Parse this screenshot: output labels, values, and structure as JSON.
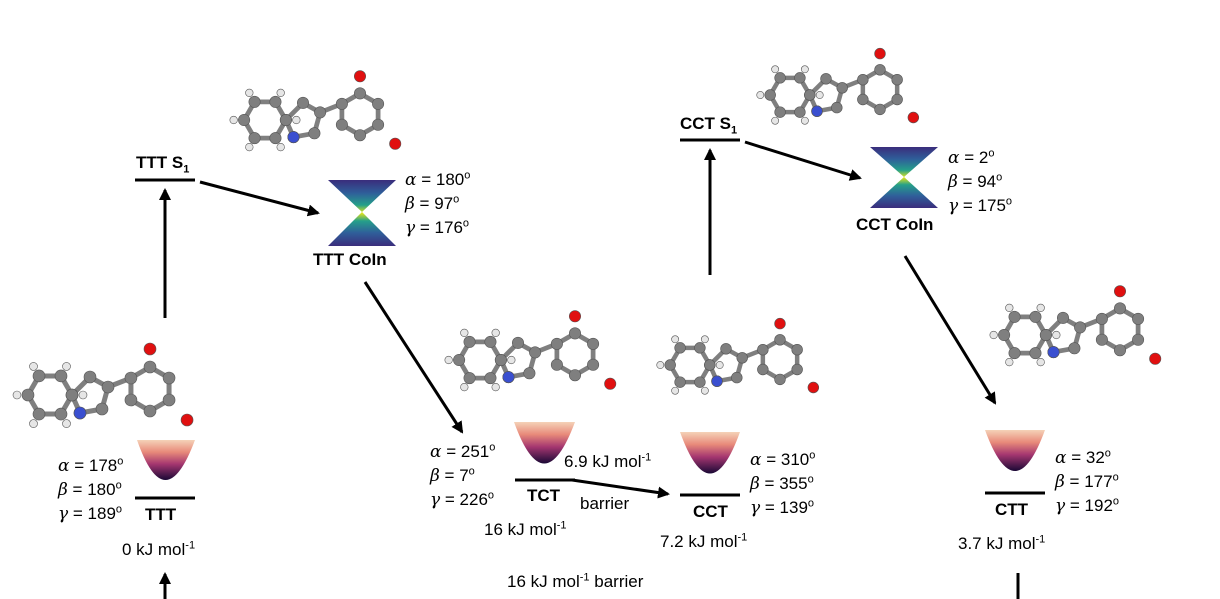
{
  "states": {
    "ttt": {
      "label": "TTT",
      "energy": "0 kJ mol",
      "energy_sup": "-1",
      "angles": {
        "alpha": "178",
        "beta": "180",
        "gamma": "189"
      }
    },
    "ttt_s1": {
      "label": "TTT S",
      "sub": "1"
    },
    "ttt_coin": {
      "label": "TTT CoIn",
      "angles": {
        "alpha": "180",
        "beta": "97",
        "gamma": "176"
      }
    },
    "tct": {
      "label": "TCT",
      "energy": "16 kJ mol",
      "energy_sup": "-1",
      "angles": {
        "alpha": "251",
        "beta": "7",
        "gamma": "226"
      }
    },
    "cct": {
      "label": "CCT",
      "energy": "7.2 kJ mol",
      "energy_sup": "-1",
      "angles": {
        "alpha": "310",
        "beta": "355",
        "gamma": "139"
      }
    },
    "cct_s1": {
      "label": "CCT S",
      "sub": "1"
    },
    "cct_coin": {
      "label": "CCT CoIn",
      "angles": {
        "alpha": "2",
        "beta": "94",
        "gamma": "175"
      }
    },
    "ctt": {
      "label": "CTT",
      "energy": "3.7 kJ mol",
      "energy_sup": "-1",
      "angles": {
        "alpha": "32",
        "beta": "177",
        "gamma": "192"
      }
    }
  },
  "barriers": {
    "tct_cct": {
      "value": "6.9 kJ mol",
      "sup": "-1",
      "word": "barrier"
    },
    "bottom": {
      "value": "16 kJ mol",
      "sup": "-1",
      "word": " barrier"
    }
  },
  "symbols": {
    "alpha": "α",
    "beta": "β",
    "gamma": "γ",
    "eq": " = ",
    "degree": "o"
  },
  "colors": {
    "atom_c": "#7f7f7f",
    "atom_h": "#e6e6e6",
    "atom_n": "#3a4fd0",
    "atom_o": "#e01010",
    "well_top": "#f2c7b0",
    "well_mid": "#b03a6a",
    "well_bottom": "#200a3c",
    "cone_top": "#3b2a7a",
    "cone_mid": "#2aa08a",
    "cone_center": "#e8e020"
  }
}
